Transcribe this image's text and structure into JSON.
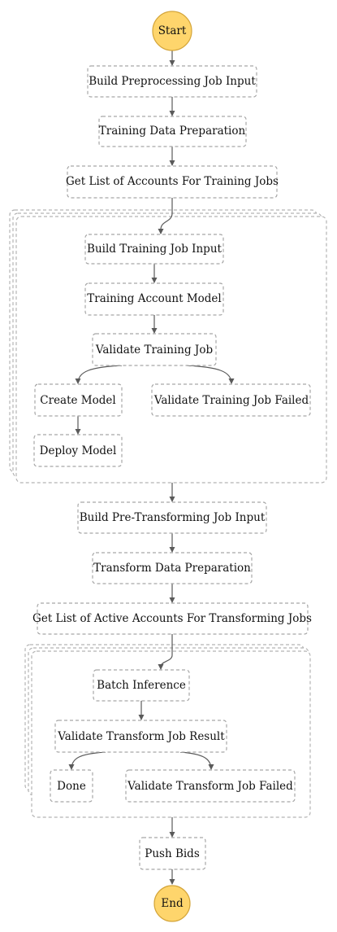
{
  "colors": {
    "terminal_fill": "#fed56c",
    "node_border": "#a6a6a6",
    "edge": "#5a5a5a"
  },
  "nodes": {
    "start": "Start",
    "build_preprocessing_job_input": "Build Preprocessing Job Input",
    "training_data_preparation": "Training Data Preparation",
    "get_list_of_accounts_for_training_jobs": "Get List of Accounts For Training Jobs",
    "build_training_job_input": "Build Training Job Input",
    "training_account_model": "Training Account Model",
    "validate_training_job": "Validate Training Job",
    "create_model": "Create Model",
    "validate_training_job_failed": "Validate Training Job Failed",
    "deploy_model": "Deploy Model",
    "build_pre_transforming_job_input": "Build Pre-Transforming Job Input",
    "transform_data_preparation": "Transform Data Preparation",
    "get_list_of_active_accounts_for_transforming_jobs": "Get List of Active Accounts For Transforming Jobs",
    "batch_inference": "Batch Inference",
    "validate_transform_job_result": "Validate Transform Job Result",
    "done": "Done",
    "validate_transform_job_failed": "Validate Transform Job Failed",
    "push_bids": "Push Bids",
    "end": "End"
  }
}
